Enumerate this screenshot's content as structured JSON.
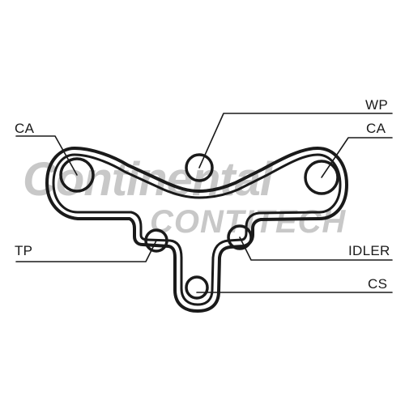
{
  "labels": {
    "ca_left": "CA",
    "wp": "WP",
    "ca_right": "CA",
    "tp": "TP",
    "idler": "IDLER",
    "cs": "CS"
  },
  "watermark": {
    "line1": "Continental",
    "line2": "CONTITECH"
  },
  "colors": {
    "belt": "#1a1a1a",
    "watermark": "#c8c8c8",
    "background": "#ffffff"
  }
}
